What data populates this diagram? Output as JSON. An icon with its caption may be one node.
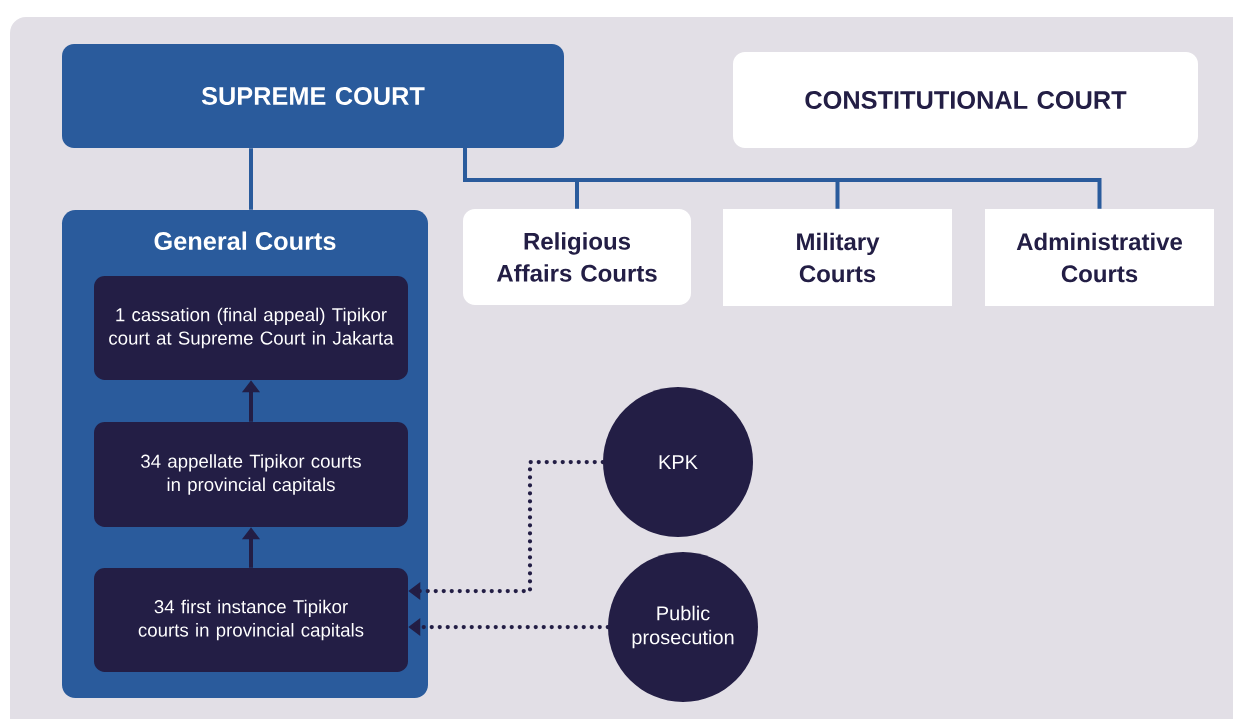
{
  "diagram": {
    "nodes": [
      {
        "text": [
          "SUPREME COURT"
        ]
      },
      {
        "text": [
          "CONSTITUTIONAL COURT"
        ]
      },
      {
        "text": [
          "General Courts"
        ]
      },
      {
        "text": [
          "1 cassation (final appeal) Tipikor court  at Supreme Court in Jakarta"
        ],
        "in": 2
      },
      {
        "text": [
          "34 appellate Tipikor courts in provincial capitals"
        ],
        "in": 2
      },
      {
        "text": [
          "34 first instance Tipikor courts in provincial capitals"
        ],
        "in": 2
      },
      {
        "text": [
          "Religious Affairs Courts"
        ]
      },
      {
        "text": [
          "Military Courts"
        ]
      },
      {
        "text": [
          "Administrative Courts"
        ]
      },
      {
        "text": [
          "KPK"
        ]
      },
      {
        "text": [
          "Public prosecution"
        ]
      }
    ],
    "edges": [
      {
        "from": 0,
        "to": 2,
        "arrow": "none"
      },
      {
        "from": 0,
        "to": 6,
        "arrow": "none"
      },
      {
        "from": 0,
        "to": 7,
        "arrow": "none"
      },
      {
        "from": 0,
        "to": 8,
        "arrow": "none"
      },
      {
        "from": 4,
        "to": 3,
        "arrow": "to"
      },
      {
        "from": 5,
        "to": 4,
        "arrow": "to"
      },
      {
        "from": 9,
        "to": 5,
        "arrow": "to",
        "style": "dashed"
      },
      {
        "from": 10,
        "to": 5,
        "arrow": "to",
        "style": "dashed"
      }
    ]
  }
}
